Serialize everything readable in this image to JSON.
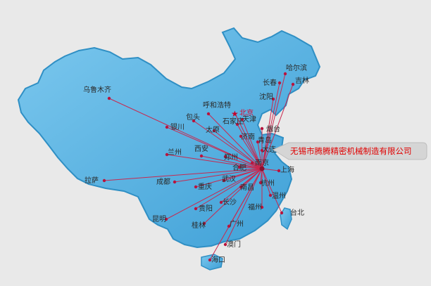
{
  "map": {
    "background": "#e9e9e9",
    "land_color": "#5fb8e3",
    "land_edge_color": "#2f8fc4",
    "route_color": "#c8284f",
    "hub_city": "无锡",
    "capital": "北京",
    "banner": {
      "text": "无锡市腾腾精密机械制造有限公司",
      "text_color": "#e00000",
      "bg_color": "#d5d5d5"
    },
    "cities": [
      "乌鲁木齐",
      "哈尔滨",
      "长春",
      "吉林",
      "沈阳",
      "呼和浩特",
      "北京",
      "包头",
      "石家庄",
      "天津",
      "银川",
      "太原",
      "济南",
      "烟台",
      "青岛",
      "大连",
      "兰州",
      "西安",
      "郑州",
      "南京",
      "合肥",
      "上海",
      "拉萨",
      "成都",
      "武汉",
      "杭州",
      "重庆",
      "南昌",
      "温州",
      "长沙",
      "贵阳",
      "福州",
      "昆明",
      "桂林",
      "台北",
      "广州",
      "澳门",
      "海口"
    ]
  }
}
